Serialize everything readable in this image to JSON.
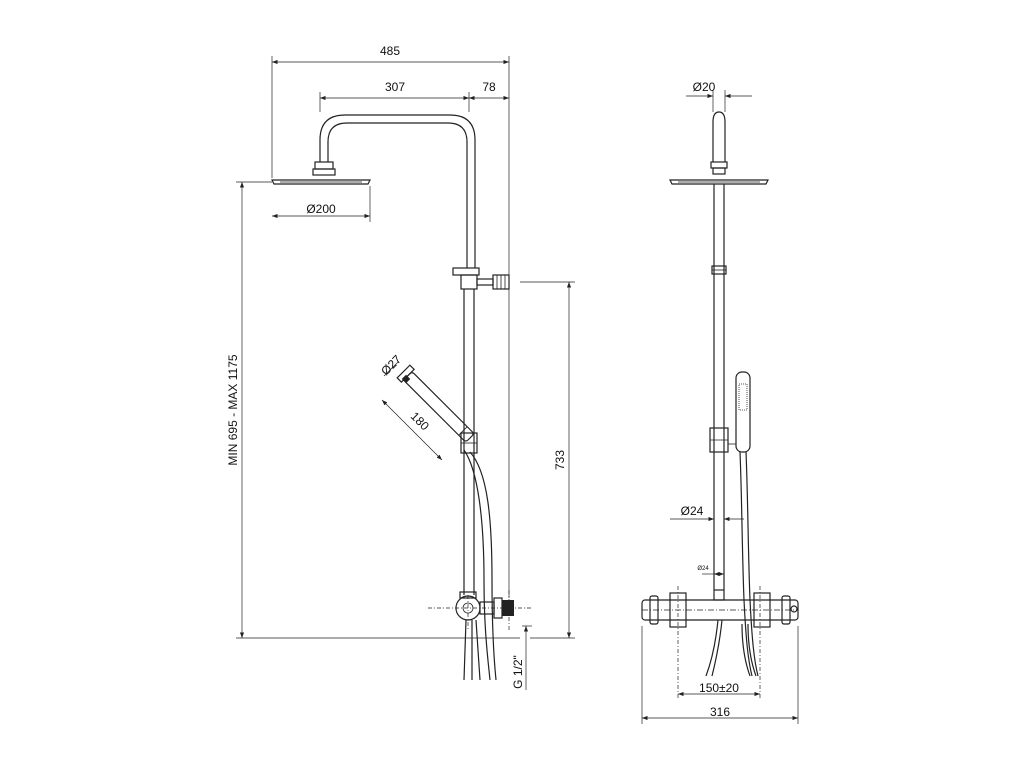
{
  "dimensions": {
    "width_total": "485",
    "arm_length": "307",
    "offset": "78",
    "head_diameter": "Ø200",
    "height_range": "MIN 695 - MAX 1175",
    "hand_diameter": "Ø27",
    "hand_length": "180",
    "bar_height": "733",
    "inlet": "G 1/2\"",
    "top_tube_diameter": "Ø20",
    "rail_diameter": "Ø24",
    "rail_diameter_small": "Ø24",
    "centers": "150±20",
    "mixer_width": "316"
  }
}
